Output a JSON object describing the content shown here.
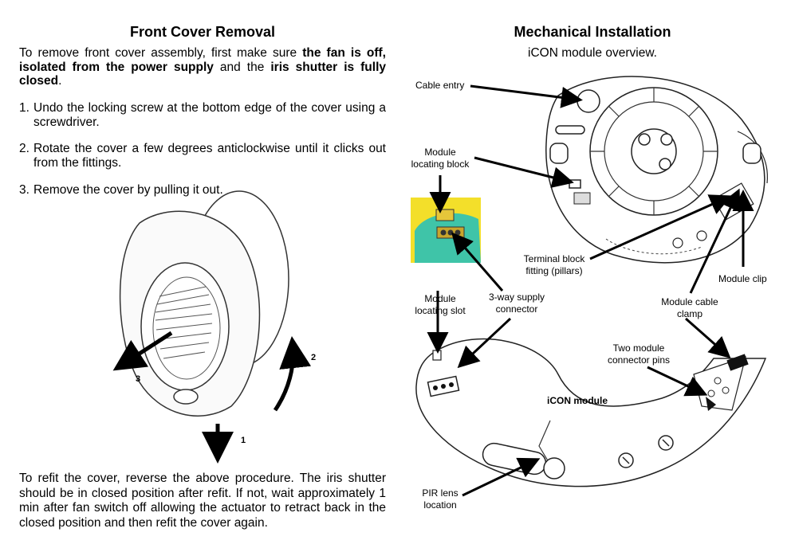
{
  "left": {
    "heading": "Front Cover Removal",
    "intro": {
      "t1": "To remove front cover assembly, first make sure ",
      "b1": "the fan is off, isolated from the power supply",
      "t2": " and the ",
      "b2": "iris shutter is fully closed",
      "t3": "."
    },
    "steps": [
      {
        "num": "1.",
        "text": "Undo the locking screw at the bottom edge of the cover using a screwdriver."
      },
      {
        "num": "2.",
        "text": "Rotate the cover a few degrees anticlockwise until it clicks out from the fittings."
      },
      {
        "num": "3.",
        "text": "Remove the cover by pulling it out."
      }
    ],
    "figure_labels": {
      "one": "1",
      "two": "2",
      "three": "3"
    },
    "refit": "To refit the cover, reverse the above procedure. The iris shutter should be in closed position after refit. If not, wait approximately 1 min after fan switch off allowing the actuator to retract back in the closed position and then refit the cover again."
  },
  "right": {
    "heading": "Mechanical Installation",
    "subheading": "iCON module overview.",
    "labels": {
      "cable_entry": "Cable entry",
      "module_locating_block_1": "Module",
      "module_locating_block_2": "locating block",
      "terminal_block_1": "Terminal block",
      "terminal_block_2": "fitting (pillars)",
      "module_clip": "Module clip",
      "module_cable_clamp_1": "Module cable",
      "module_cable_clamp_2": "clamp",
      "module_locating_slot_1": "Module",
      "module_locating_slot_2": "locating slot",
      "supply_connector_1": "3-way supply",
      "supply_connector_2": "connector",
      "connector_pins_1": "Two module",
      "connector_pins_2": "connector pins",
      "icon_module": "iCON module",
      "pir_lens_1": "PIR lens",
      "pir_lens_2": "location"
    }
  }
}
